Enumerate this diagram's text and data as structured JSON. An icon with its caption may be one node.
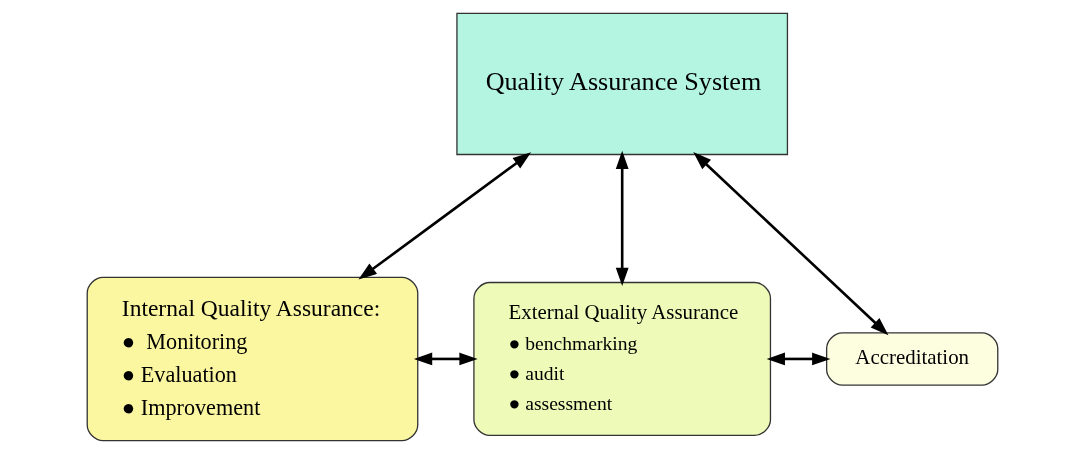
{
  "diagram": {
    "nodes": [
      {
        "text": [
          "Quality Assurance System"
        ]
      },
      {
        "text": [
          "Internal Quality Assurance:",
          "●  Monitoring",
          "● Evaluation",
          "● Improvement"
        ]
      },
      {
        "text": [
          "External Quality Assurance",
          "● benchmarking",
          "● audit",
          "● assessment"
        ]
      },
      {
        "text": [
          "Accreditation"
        ]
      }
    ],
    "edges": [
      {
        "from": 0,
        "to": 1,
        "arrow": "both"
      },
      {
        "from": 0,
        "to": 2,
        "arrow": "both"
      },
      {
        "from": 0,
        "to": 3,
        "arrow": "both"
      },
      {
        "from": 1,
        "to": 2,
        "arrow": "both"
      },
      {
        "from": 2,
        "to": 3,
        "arrow": "both"
      }
    ]
  }
}
